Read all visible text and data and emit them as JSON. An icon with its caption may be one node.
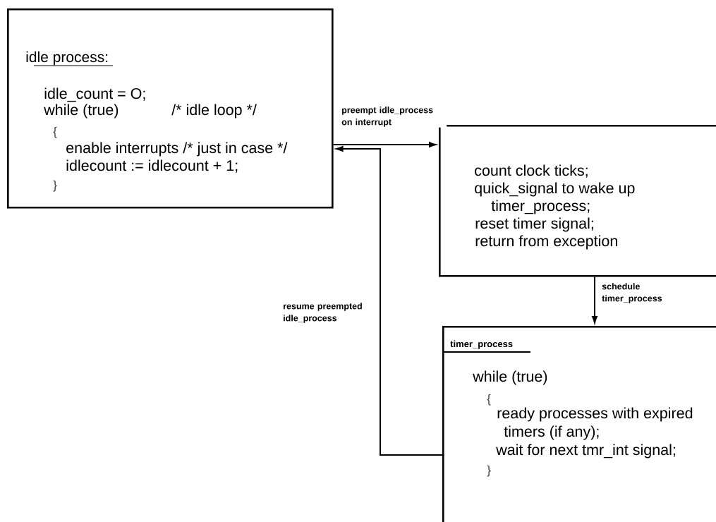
{
  "diagram": {
    "nodes": [
      {
        "text": [
          "idle process:",
          "idle_count = O;",
          "while (true)",
          "/* idle loop */",
          "{",
          "enable interrupts /* just in case */",
          "idlecount := idlecount + 1;",
          "}"
        ]
      },
      {
        "text": [
          "count clock ticks;",
          "quick_signal to wake up",
          "timer_process;",
          "reset timer signal;",
          "return from exception"
        ]
      },
      {
        "text": [
          "timer_process",
          "while (true)",
          "{",
          "ready processes with expired",
          "timers (if any);",
          "wait for next tmr_int signal;",
          "}"
        ]
      }
    ],
    "edges": [
      {
        "from": 0,
        "to": 1,
        "arrow": "to",
        "label": "preempt idle_process on interrupt"
      },
      {
        "from": 1,
        "to": 2,
        "arrow": "to",
        "label": "schedule timer_process"
      },
      {
        "from": 2,
        "to": 0,
        "arrow": "to",
        "label": "resume preempted idle_process"
      }
    ]
  }
}
